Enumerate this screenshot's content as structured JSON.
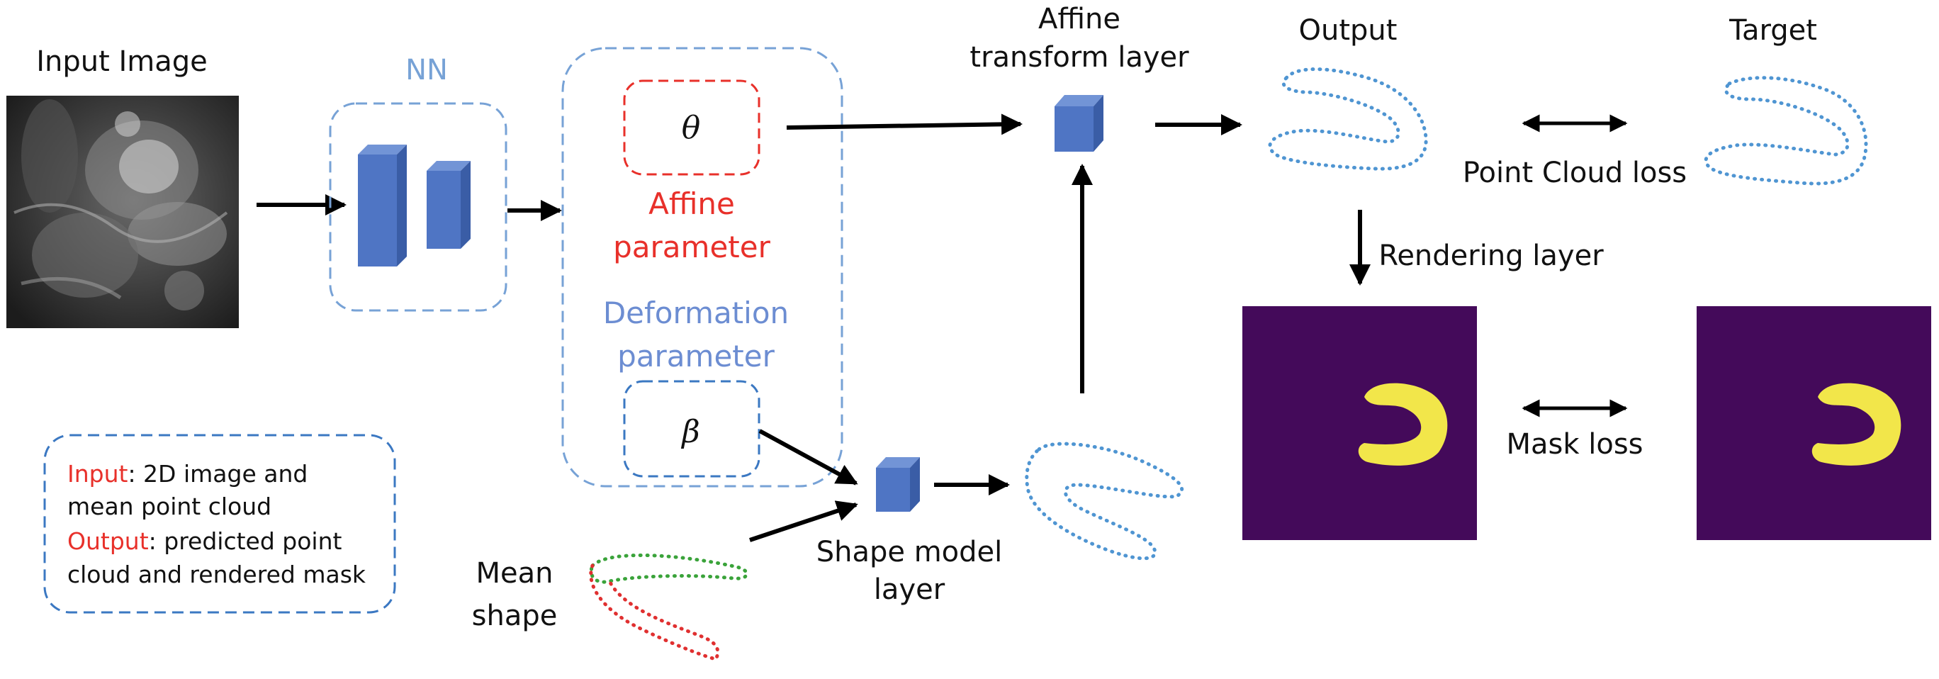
{
  "colors": {
    "block": "#4f75c4",
    "block_top": "#7294d6",
    "block_side": "#3a5da6",
    "dash_light": "#77a2d6",
    "dash_dark": "#3b78c2",
    "red": "#e8302a",
    "blue_text": "#6c8dd2",
    "point_cloud": "#4f95d2",
    "mask_bg": "#440a5a",
    "mask_fg": "#f2e64a",
    "mean_red": "#e03030",
    "mean_green": "#3aa33a"
  },
  "labels": {
    "input_image": "Input Image",
    "nn": "NN",
    "theta": "θ",
    "affine_param_line1": "Affine",
    "affine_param_line2": "parameter",
    "deform_param_line1": "Deformation",
    "deform_param_line2": "parameter",
    "beta": "β",
    "affine_transform_line1": "Affine",
    "affine_transform_line2": "transform layer",
    "output": "Output",
    "target": "Target",
    "point_cloud_loss": "Point Cloud loss",
    "rendering_layer": "Rendering layer",
    "mask_loss": "Mask loss",
    "shape_model_line1": "Shape model",
    "shape_model_line2": "layer",
    "mean_shape_line1": "Mean",
    "mean_shape_line2": "shape"
  },
  "legend": {
    "input_key": "Input",
    "input_line1_rest": ": 2D image and",
    "input_line2": "mean point cloud",
    "output_key": "Output",
    "output_line1_rest": ": predicted point",
    "output_line2": "cloud and rendered mask"
  }
}
